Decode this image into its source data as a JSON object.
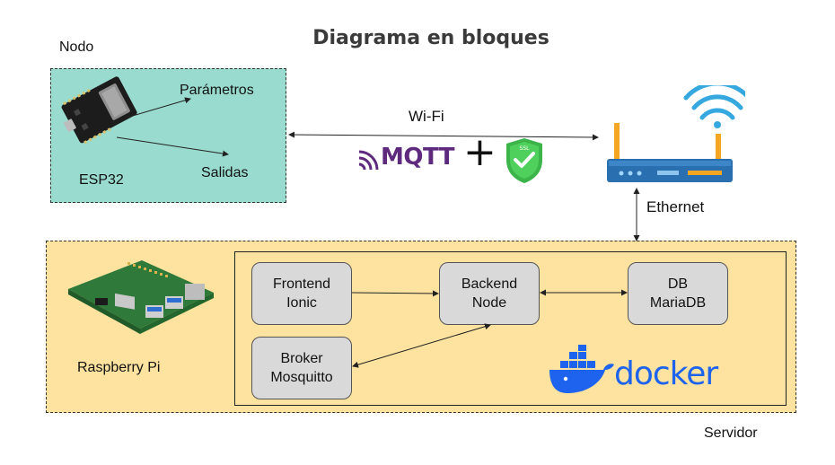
{
  "title": "Diagrama en bloques",
  "nodo": {
    "label": "Nodo",
    "device": "ESP32",
    "inputs_label": "Parámetros",
    "outputs_label": "Salidas"
  },
  "link": {
    "wifi_label": "Wi-Fi",
    "protocol_logo": "MQTT",
    "plus": "+",
    "ssl_badge": "SSL"
  },
  "router": {
    "icon": "router-icon",
    "ethernet_label": "Ethernet"
  },
  "servidor": {
    "label": "Servidor",
    "host_label": "Raspberry Pi",
    "containers_logo": "docker",
    "blocks": {
      "frontend": [
        "Frontend",
        "Ionic"
      ],
      "backend": [
        "Backend",
        "Node"
      ],
      "db": [
        "DB",
        "MariaDB"
      ],
      "broker": [
        "Broker",
        "Mosquitto"
      ]
    }
  },
  "colors": {
    "nodo_bg": "#99dccf",
    "servidor_bg": "#fde39f",
    "block_bg": "#d9d9d9",
    "mqtt_purple": "#5e2a7e",
    "docker_blue": "#1d63ed",
    "ssl_green": "#3bb54a",
    "router_blue": "#2a6fb0",
    "wifi_blue": "#35a8e0"
  }
}
